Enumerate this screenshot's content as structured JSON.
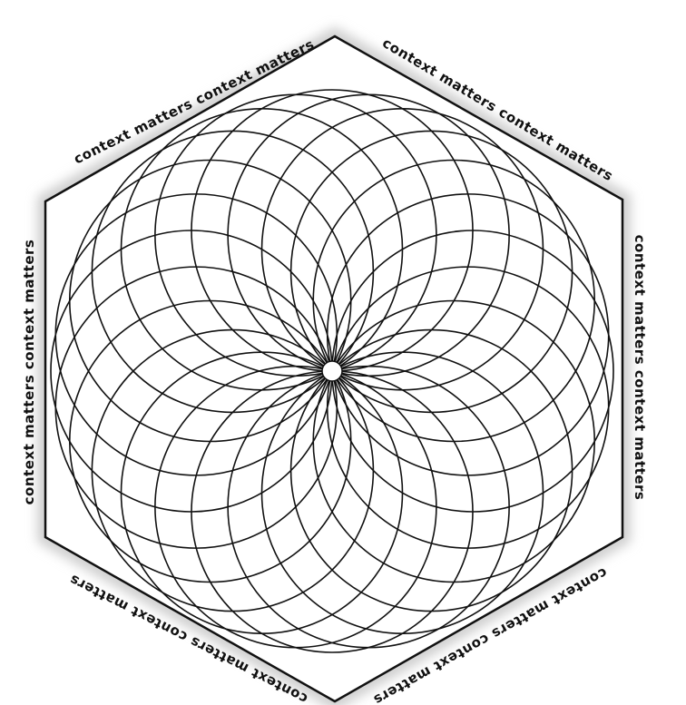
{
  "edge_labels": {
    "top_left": "context matters context matters",
    "top_right": "context matters context matters",
    "right": "context matters context matters",
    "bottom_right": "context matters context matters",
    "bottom_left": "context matters context matters",
    "left": "context matters context matters"
  },
  "figure": {
    "petal_circle_count": 24,
    "stroke_color": "#111111",
    "background_color": "#ffffff",
    "hexagon_color": "#111111",
    "center_dot_color": "#ffffff"
  }
}
